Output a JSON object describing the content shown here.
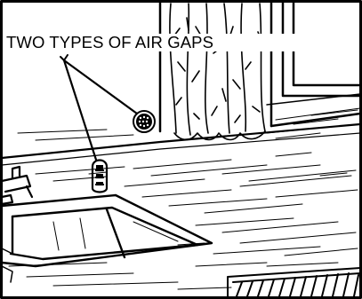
{
  "caption": "TWO TYPES OF AIR GAPS",
  "colors": {
    "ink": "#000000",
    "paper": "#ffffff"
  },
  "parts": [
    "window-curtain",
    "countertop",
    "sink",
    "faucet",
    "mushroom-air-gap",
    "cylindrical-air-gap",
    "dishwasher-vent"
  ]
}
